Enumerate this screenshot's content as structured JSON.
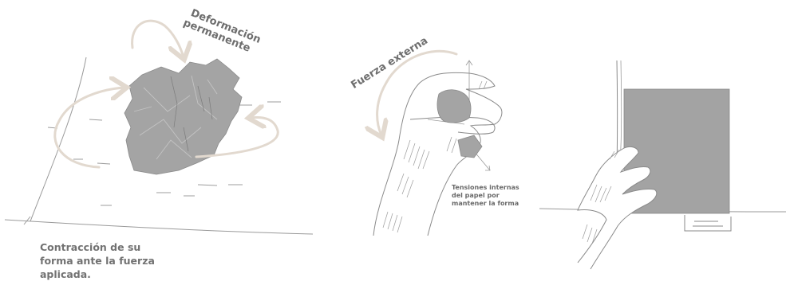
{
  "labels": {
    "deformacion_line1": "Deformación",
    "deformacion_line2": "permanente",
    "contraccion_line1": "Contracción de su",
    "contraccion_line2": "forma ante la fuerza",
    "contraccion_line3": "aplicada.",
    "fuerza_externa": "Fuerza externa",
    "tensiones_line1": "Tensiones internas",
    "tensiones_line2": "del papel por",
    "tensiones_line3": "mantener la forma"
  },
  "colors": {
    "arrow_beige": "#e2d9cf",
    "paper_gray": "#a3a3a3",
    "sketch_line": "#8a8a8a",
    "label_text": "#6e6e6e"
  }
}
